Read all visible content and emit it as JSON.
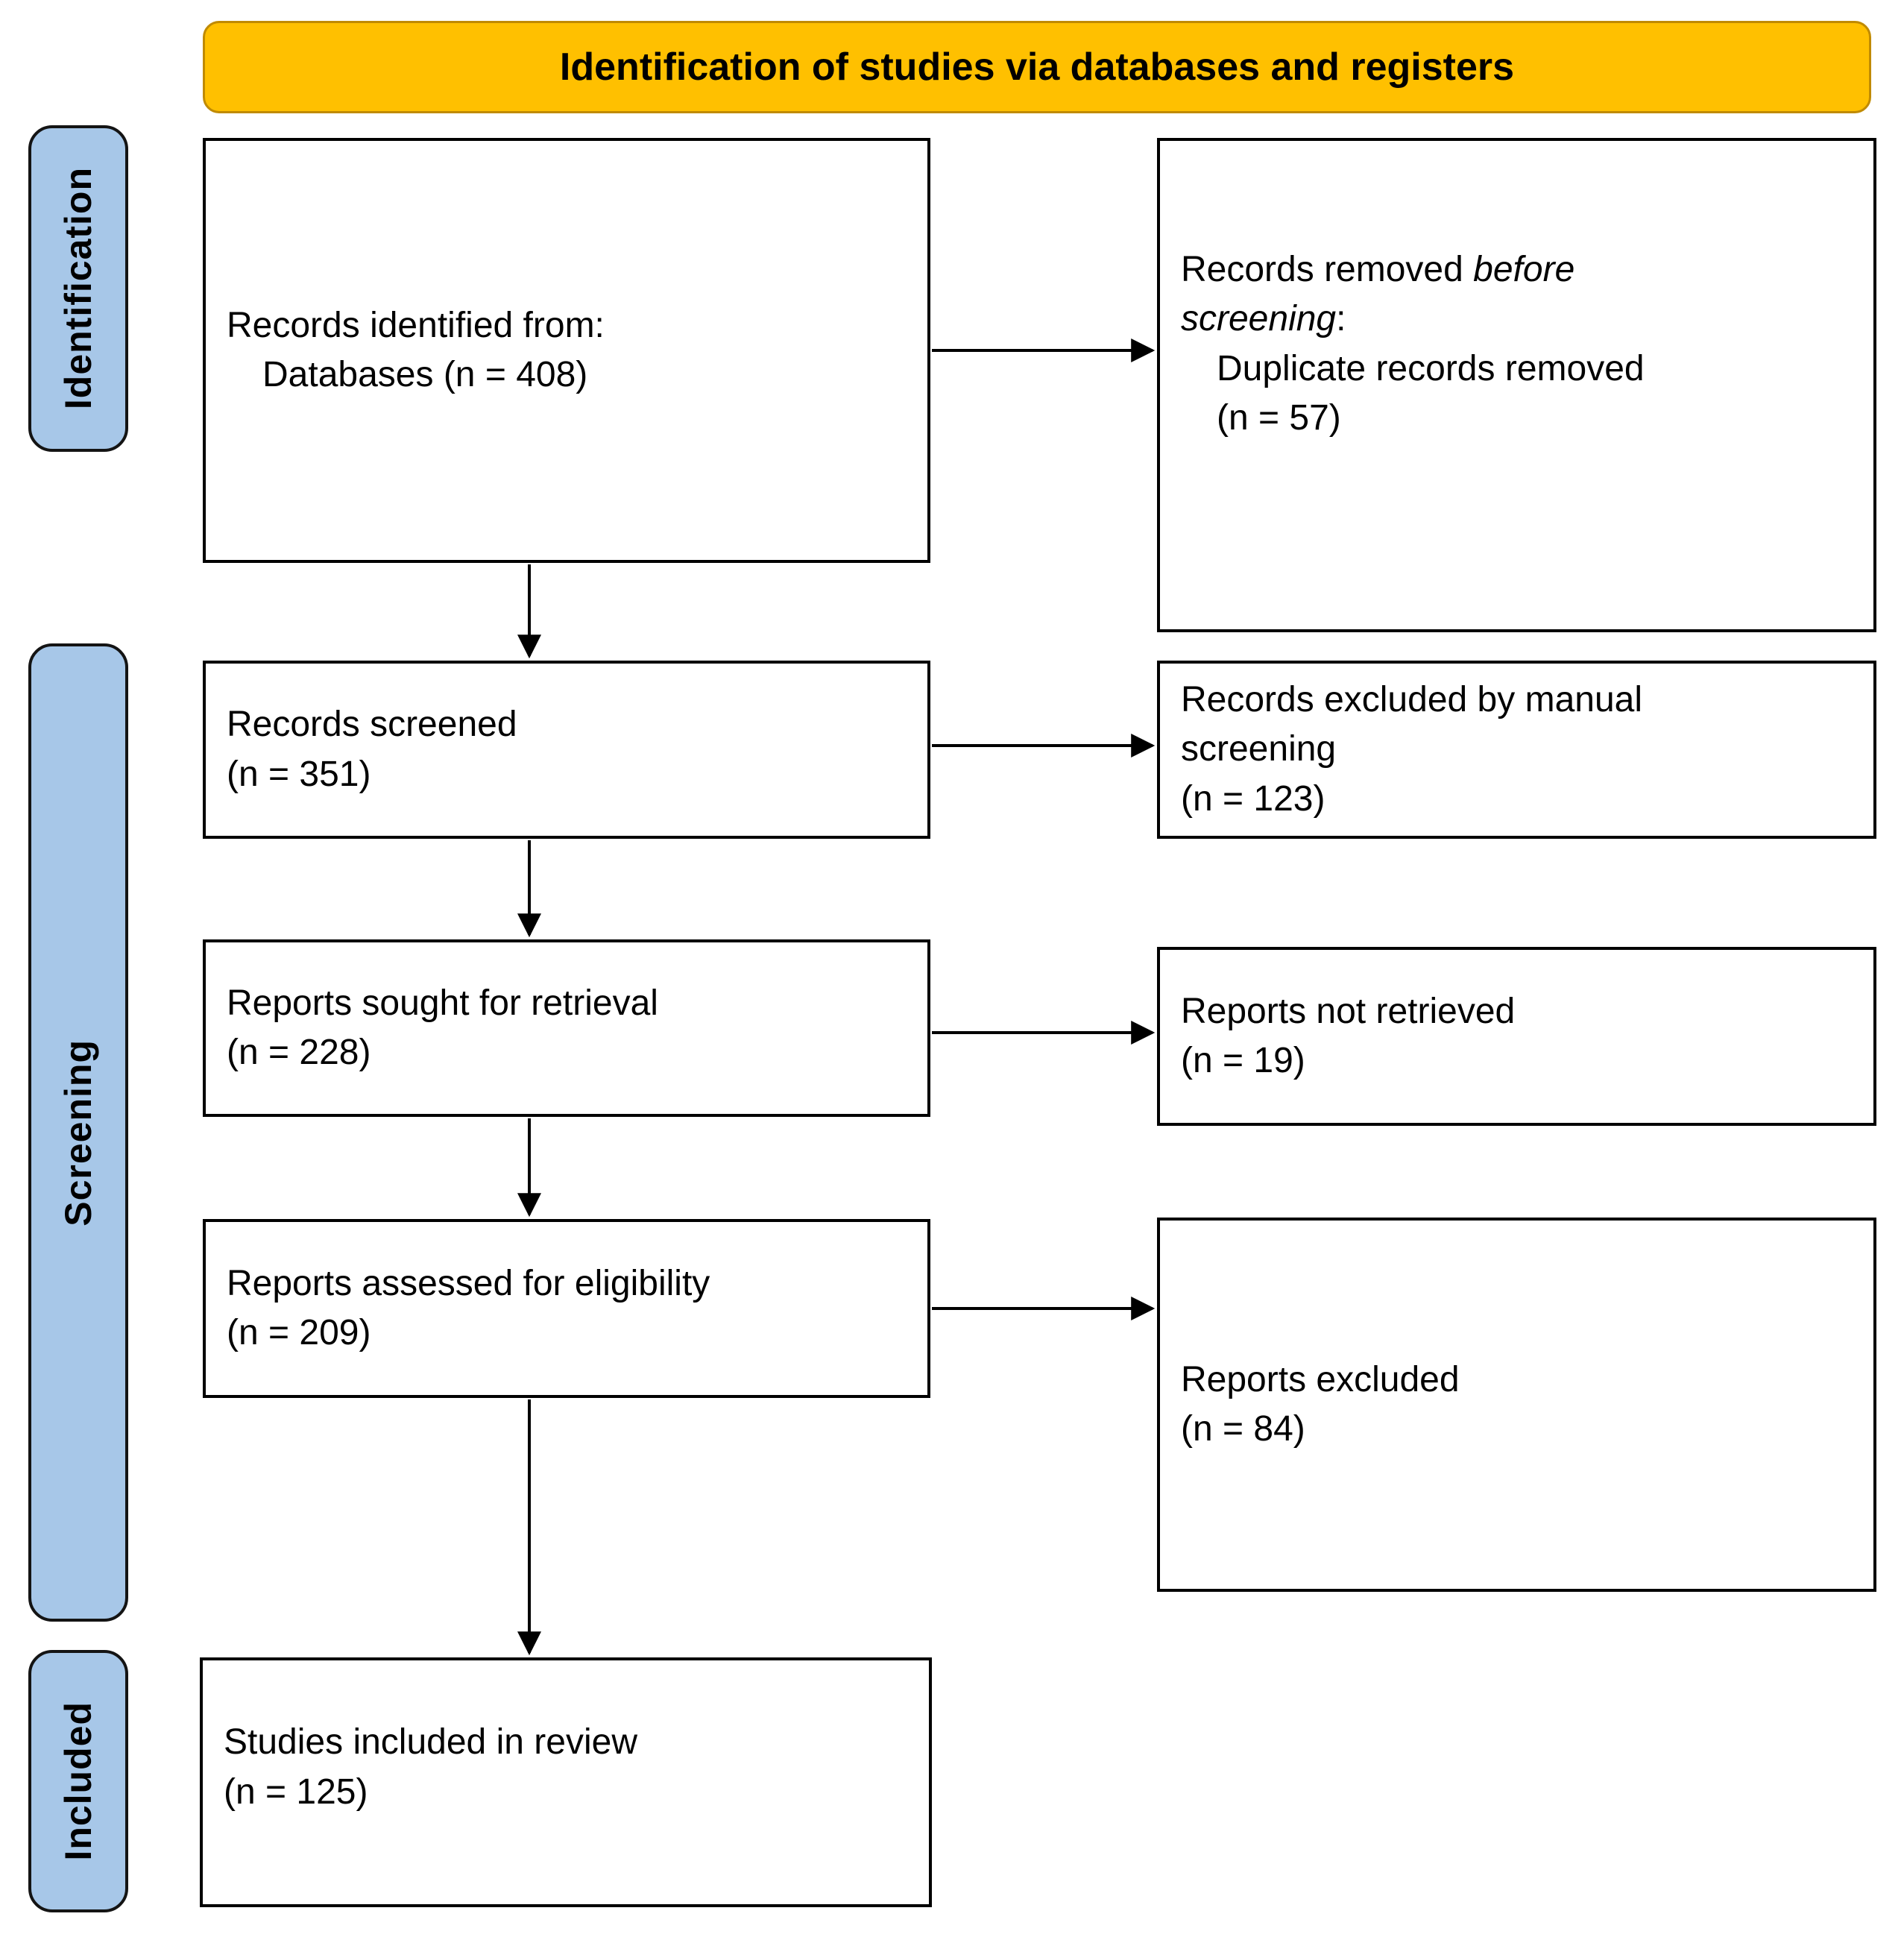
{
  "banner": {
    "label": "Identification of studies via databases and registers"
  },
  "stages": {
    "identification": "Identification",
    "screening": "Screening",
    "included": "Included"
  },
  "flow": {
    "identified": {
      "line1": "Records identified from:",
      "line2": "Databases (n = 408)"
    },
    "screened": {
      "line1": "Records screened",
      "line2": "(n = 351)"
    },
    "sought": {
      "line1": "Reports sought for retrieval",
      "line2": "(n = 228)"
    },
    "assessed": {
      "line1": "Reports assessed for eligibility",
      "line2": "(n = 209)"
    },
    "included_review": {
      "line1": "Studies included in review",
      "line2": "(n = 125)"
    }
  },
  "side": {
    "removed_before_screening": {
      "line1_regular": "Records removed ",
      "line1_italic": "before",
      "line2_italic": "screening",
      "line2_regular": ":",
      "line3": "Duplicate records removed",
      "line4": "(n = 57)"
    },
    "excluded_manual": {
      "line1": "Records excluded by manual",
      "line2": "screening",
      "line3": "(n = 123)"
    },
    "not_retrieved": {
      "line1": "Reports not retrieved",
      "line2": "(n = 19)"
    },
    "reports_excluded": {
      "line1": "Reports excluded",
      "line2": "(n = 84)"
    }
  },
  "colors": {
    "banner_bg": "#FFC000",
    "banner_border": "#C08A00",
    "stage_bg": "#A7C7E8",
    "box_border": "#000000",
    "text": "#000000"
  }
}
